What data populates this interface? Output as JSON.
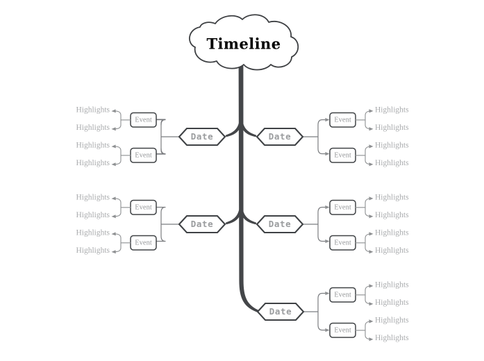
{
  "diagram": {
    "type": "mind-map",
    "title": "Timeline",
    "root": {
      "label": "Timeline",
      "shape": "cloud"
    },
    "palette": {
      "background": "#ffffff",
      "trunk": "#444649",
      "node_border": "#3f4245",
      "node_fill": "#ffffff",
      "root_text": "#000000",
      "date_text": "#9a9c9e",
      "event_text": "#97999b",
      "highlight_text": "#a9abad",
      "connector": "#8e9092"
    },
    "labels": {
      "date": "Date",
      "event": "Event",
      "highlight": "Highlights"
    },
    "branches": [
      {
        "id": "branch-1-left",
        "side": "left",
        "row": 1,
        "date_label": "Date",
        "events": [
          {
            "id": "event-1l-a",
            "label": "Event",
            "highlights": [
              {
                "label": "Highlights"
              },
              {
                "label": "Highlights"
              }
            ]
          },
          {
            "id": "event-1l-b",
            "label": "Event",
            "highlights": [
              {
                "label": "Highlights"
              },
              {
                "label": "Highlights"
              }
            ]
          }
        ]
      },
      {
        "id": "branch-1-right",
        "side": "right",
        "row": 1,
        "date_label": "Date",
        "events": [
          {
            "id": "event-1r-a",
            "label": "Event",
            "highlights": [
              {
                "label": "Highlights"
              },
              {
                "label": "Highlights"
              }
            ]
          },
          {
            "id": "event-1r-b",
            "label": "Event",
            "highlights": [
              {
                "label": "Highlights"
              },
              {
                "label": "Highlights"
              }
            ]
          }
        ]
      },
      {
        "id": "branch-2-left",
        "side": "left",
        "row": 2,
        "date_label": "Date",
        "events": [
          {
            "id": "event-2l-a",
            "label": "Event",
            "highlights": [
              {
                "label": "Highlights"
              },
              {
                "label": "Highlights"
              }
            ]
          },
          {
            "id": "event-2l-b",
            "label": "Event",
            "highlights": [
              {
                "label": "Highlights"
              },
              {
                "label": "Highlights"
              }
            ]
          }
        ]
      },
      {
        "id": "branch-2-right",
        "side": "right",
        "row": 2,
        "date_label": "Date",
        "events": [
          {
            "id": "event-2r-a",
            "label": "Event",
            "highlights": [
              {
                "label": "Highlights"
              },
              {
                "label": "Highlights"
              }
            ]
          },
          {
            "id": "event-2r-b",
            "label": "Event",
            "highlights": [
              {
                "label": "Highlights"
              },
              {
                "label": "Highlights"
              }
            ]
          }
        ]
      },
      {
        "id": "branch-3-right",
        "side": "right",
        "row": 3,
        "date_label": "Date",
        "events": [
          {
            "id": "event-3r-a",
            "label": "Event",
            "highlights": [
              {
                "label": "Highlights"
              },
              {
                "label": "Highlights"
              }
            ]
          },
          {
            "id": "event-3r-b",
            "label": "Event",
            "highlights": [
              {
                "label": "Highlights"
              },
              {
                "label": "Highlights"
              }
            ]
          }
        ]
      }
    ]
  }
}
